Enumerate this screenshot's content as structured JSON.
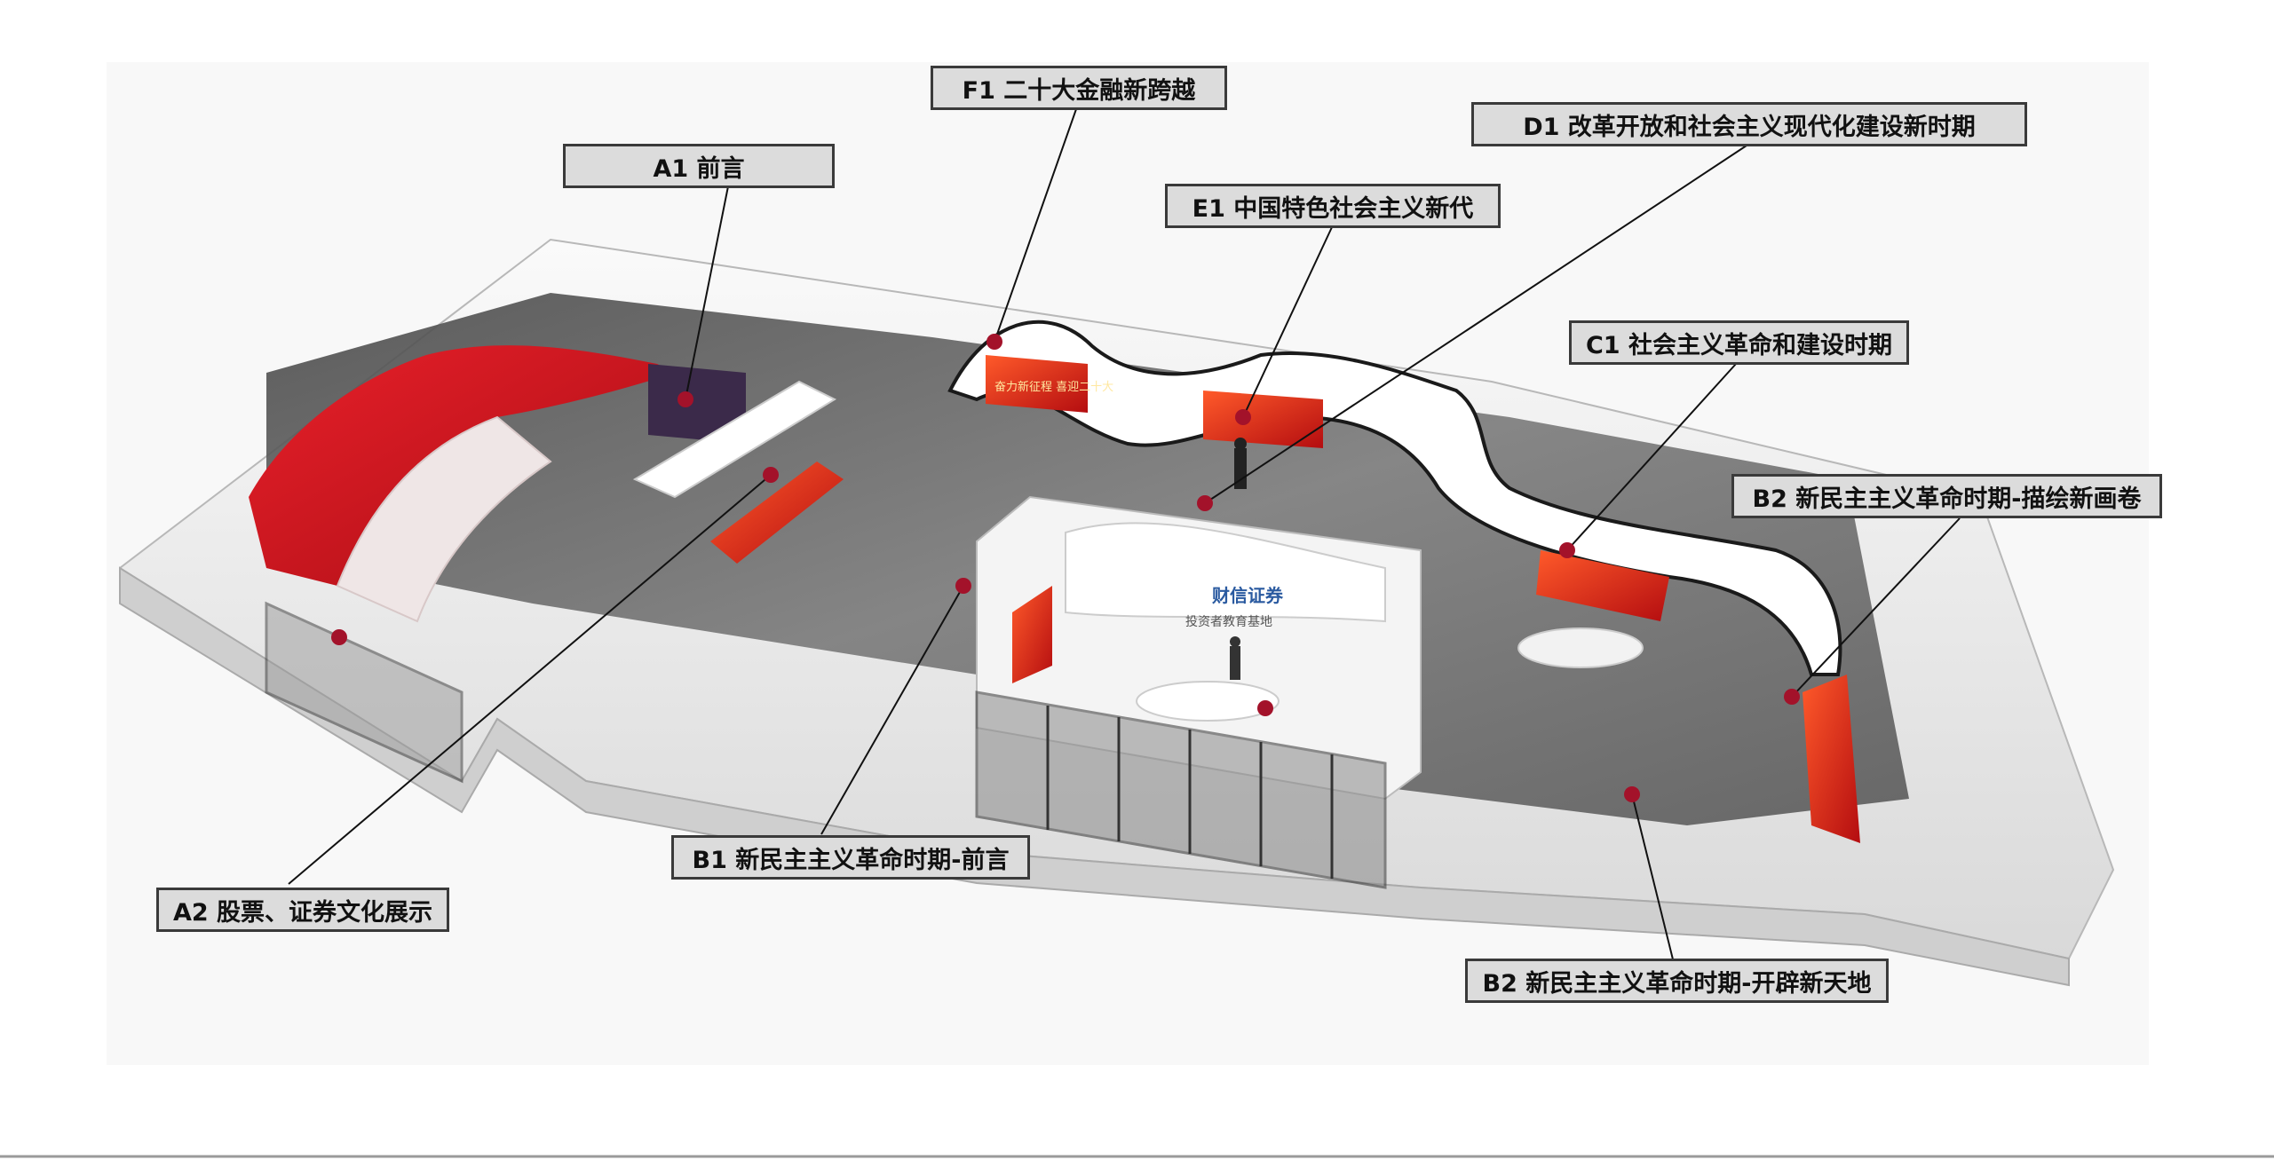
{
  "callouts": {
    "a1": "A1 前言",
    "a2": "A2 股票、证券文化展示",
    "b1": "B1  新民主主义革命时期-前言",
    "b2_top": "B2  新民主主义革命时期-描绘新画卷",
    "b2_bottom": "B2 新民主主义革命时期-开辟新天地",
    "c1": "C1 社会主义革命和建设时期",
    "d1": "D1 改革开放和社会主义现代化建设新时期",
    "e1": "E1 中国特色社会主义新代",
    "f1": "F1 二十大金融新跨越"
  },
  "signage": {
    "brand": "财信证券",
    "brand_sub": "投资者教育基地",
    "f1_screen": "奋力新征程 喜迎二十大"
  },
  "colors": {
    "accent_red": "#d0141c",
    "marker": "#a3122a",
    "label_bg": "#dcdcdc",
    "label_border": "#3a3a3a"
  }
}
